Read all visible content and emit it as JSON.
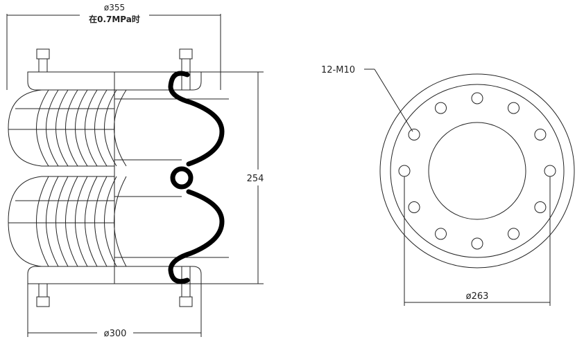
{
  "side_view": {
    "top_diameter": "ø355",
    "pressure_note": "在0.7MPa时",
    "height": "254",
    "bottom_diameter": "ø300"
  },
  "top_view": {
    "bolt_callout": "12-M10",
    "bolt_circle_diameter": "ø263",
    "bolt_count": 12
  }
}
